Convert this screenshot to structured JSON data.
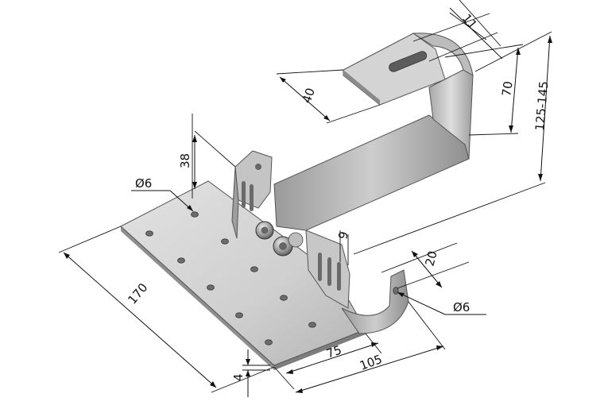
{
  "dimensions": {
    "d11": "11",
    "d40": "40",
    "d70": "70",
    "d125_145": "125-145",
    "d38": "38",
    "phi6_a": "Ø6",
    "d9": "9",
    "d20": "20",
    "phi6_b": "Ø6",
    "d170": "170",
    "d75": "75",
    "d105": "105",
    "d4": "4"
  },
  "colors": {
    "steel_light": "#d6d6d6",
    "steel_mid": "#b9b9b9",
    "steel_dark": "#8c8c8c",
    "line": "#111111"
  }
}
